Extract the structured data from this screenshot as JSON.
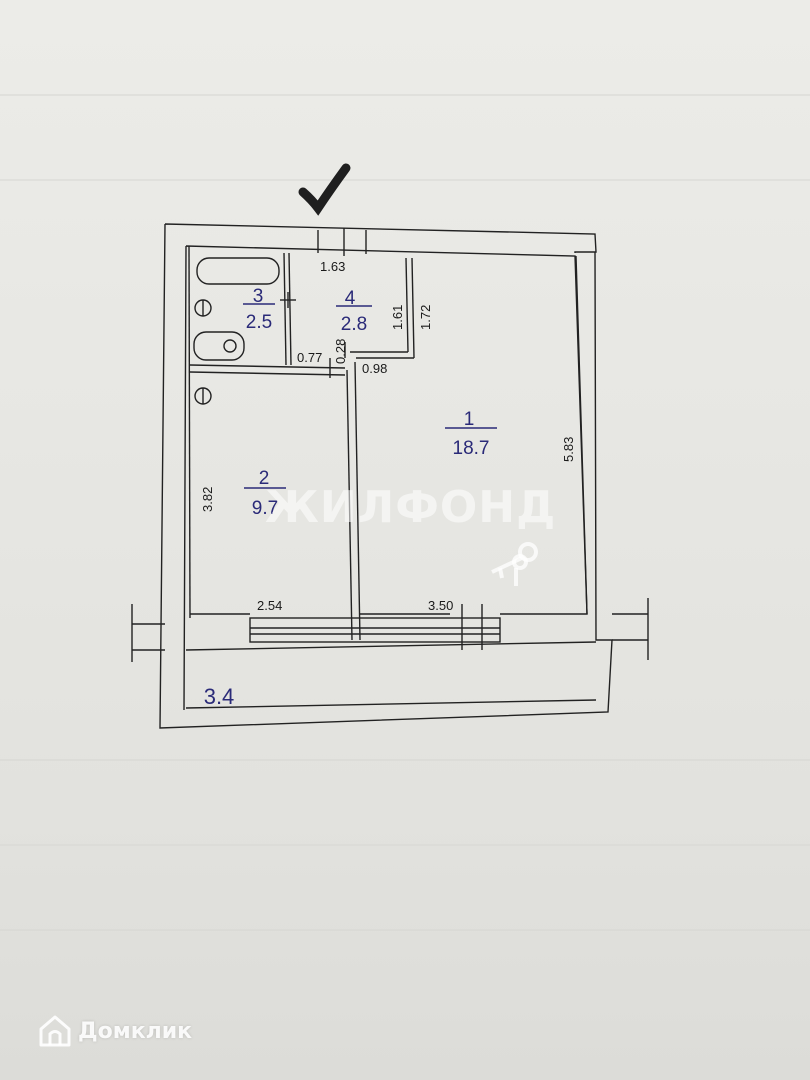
{
  "rooms": [
    {
      "number": "1",
      "area": "18.7"
    },
    {
      "number": "2",
      "area": "9.7"
    },
    {
      "number": "3",
      "area": "2.5"
    },
    {
      "number": "4",
      "area": "2.8"
    }
  ],
  "balcony": {
    "area": "3.4"
  },
  "dimensions": {
    "d163": "1.63",
    "d161": "1.61",
    "d172": "1.72",
    "d077": "0.77",
    "d028": "0.28",
    "d098": "0.98",
    "d583": "5.83",
    "d382": "3.82",
    "d254": "2.54",
    "d350": "3.50"
  },
  "watermark": "ЖИЛФОНД",
  "footer_logo": "Домклик"
}
